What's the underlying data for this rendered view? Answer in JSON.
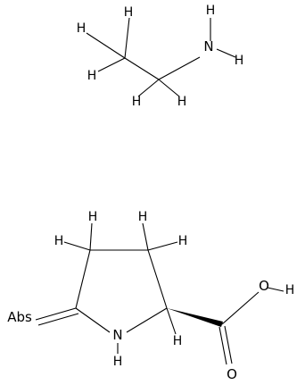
{
  "molecules": [
    {
      "name": "ethylamine",
      "atoms": {
        "H_a": "H",
        "H_b": "H",
        "H_c": "H",
        "H_d": "H",
        "H_e": "H",
        "N": "N",
        "H_n1": "H",
        "H_n2": "H"
      }
    },
    {
      "name": "pyroglutamic-acid",
      "atoms": {
        "H_c4a": "H",
        "H_c4b": "H",
        "H_c3a": "H",
        "H_c3b": "H",
        "O_keto": "Abs",
        "N_ring": "N",
        "H_ring": "H",
        "H_alpha": "H",
        "O_h": "O",
        "H_oh": "H",
        "O_dbl": "O"
      }
    }
  ]
}
